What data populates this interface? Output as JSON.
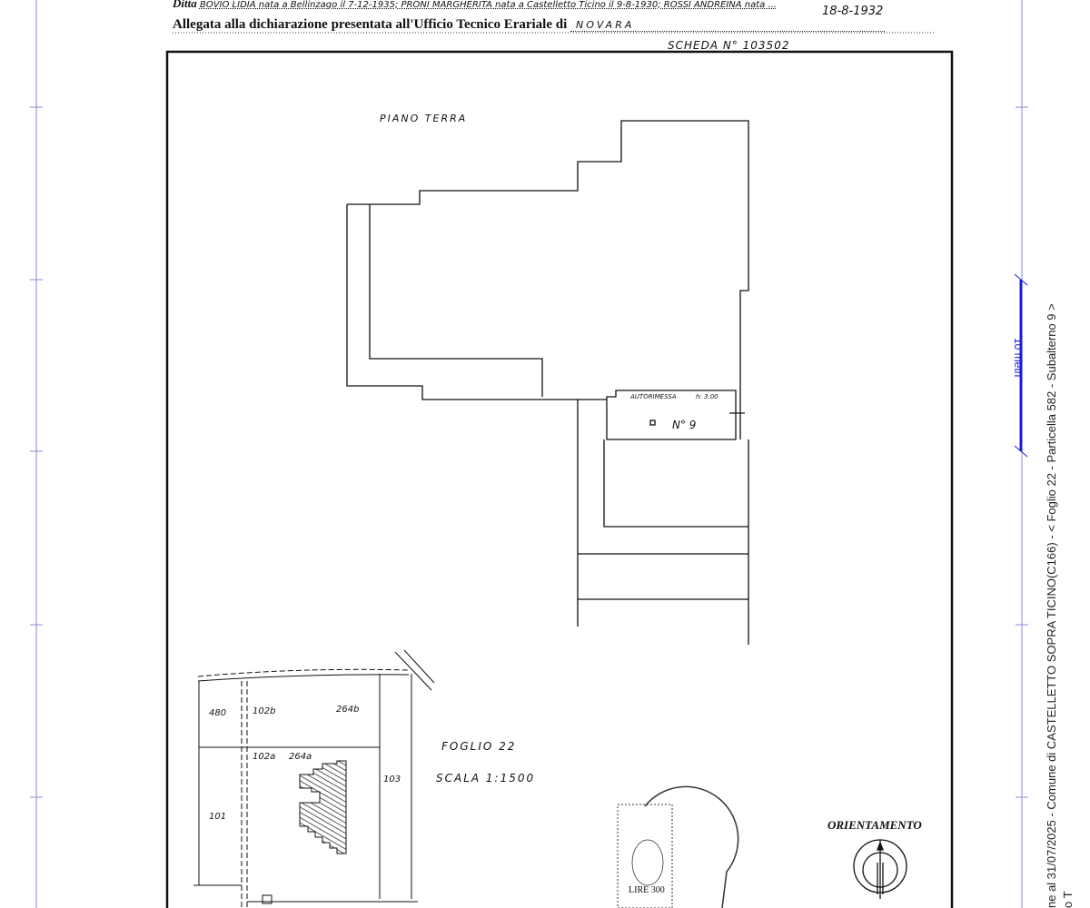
{
  "header": {
    "ditta_label": "Ditta",
    "ditta_value": "BOVIO LIDIA nata a Bellinzago il 7-12-1935; PRONI MARGHERITA nata a Castelletto Ticino il 9-8-1930; ROSSI ANDREINA nata ...",
    "date": "18-8-1932",
    "allegata_label": "Allegata alla dichiarazione presentata all'Ufficio Tecnico Erariale di",
    "ufficio": "NOVARA",
    "scheda": "SCHEDA N° 103502"
  },
  "plan": {
    "floor": "PIANO TERRA",
    "room_label": "AUTORIMESSA",
    "height": "h: 3.00",
    "unit": "N° 9"
  },
  "map": {
    "parcels": [
      "480",
      "102b",
      "264b",
      "102a",
      "264a",
      "103",
      "101"
    ],
    "foglio": "FOGLIO 22",
    "scala": "SCALA 1:1500"
  },
  "stamp": {
    "value": "LIRE 300"
  },
  "orientamento": "ORIENTAMENTO",
  "overlay": {
    "scale_label": "10 metri",
    "side_text": "ne al 31/07/2025 - Comune di CASTELLETTO SOPRA TICINO(C166) - <  Foglio 22 - Particella 582 - Subalterno 9 >",
    "side_text2": "o T",
    "accent": "#1a1adb"
  }
}
